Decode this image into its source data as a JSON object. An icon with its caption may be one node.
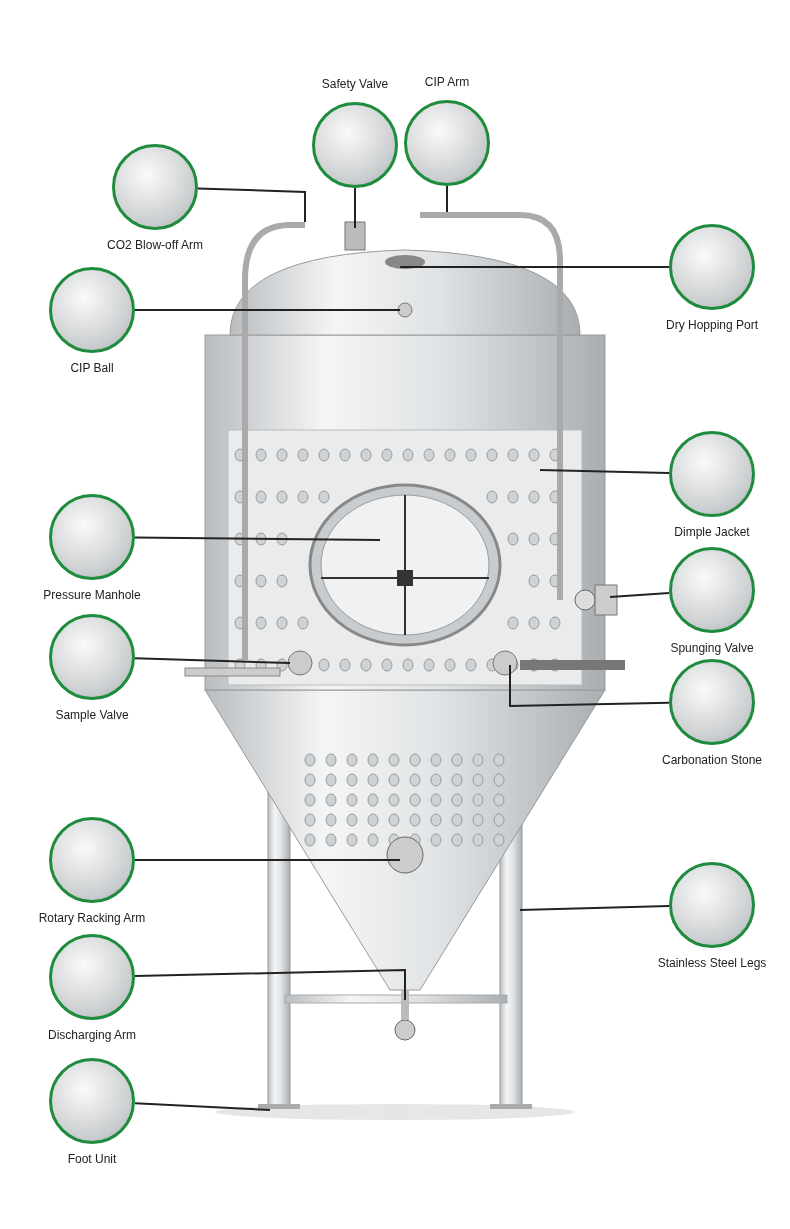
{
  "diagram": {
    "nodes": [
      {
        "text": [
          "Safety Valve"
        ]
      },
      {
        "text": [
          "CIP Arm"
        ]
      },
      {
        "text": [
          "CO2 Blow-off Arm"
        ]
      },
      {
        "text": [
          "Dry Hopping Port"
        ]
      },
      {
        "text": [
          "CIP Ball"
        ]
      },
      {
        "text": [
          "Dimple Jacket"
        ]
      },
      {
        "text": [
          "Pressure Manhole"
        ]
      },
      {
        "text": [
          "Spunging Valve"
        ]
      },
      {
        "text": [
          "Sample Valve"
        ]
      },
      {
        "text": [
          "Carbonation Stone"
        ]
      },
      {
        "text": [
          "Rotary Racking Arm"
        ]
      },
      {
        "text": [
          "Stainless Steel Legs"
        ]
      },
      {
        "text": [
          "Discharging Arm"
        ]
      },
      {
        "text": [
          "Foot Unit"
        ]
      }
    ],
    "edges": [
      {
        "from": 0,
        "to": null,
        "arrow": "none"
      },
      {
        "from": 1,
        "to": null,
        "arrow": "none"
      },
      {
        "from": 2,
        "to": null,
        "arrow": "none"
      },
      {
        "from": 3,
        "to": null,
        "arrow": "none"
      },
      {
        "from": 4,
        "to": null,
        "arrow": "none"
      },
      {
        "from": 5,
        "to": null,
        "arrow": "none"
      },
      {
        "from": 6,
        "to": null,
        "arrow": "none"
      },
      {
        "from": 7,
        "to": null,
        "arrow": "none"
      },
      {
        "from": 8,
        "to": null,
        "arrow": "none"
      },
      {
        "from": 9,
        "to": null,
        "arrow": "none"
      },
      {
        "from": 10,
        "to": null,
        "arrow": "none"
      },
      {
        "from": 11,
        "to": null,
        "arrow": "none"
      },
      {
        "from": 12,
        "to": null,
        "arrow": "none"
      },
      {
        "from": 13,
        "to": null,
        "arrow": "none"
      }
    ]
  }
}
